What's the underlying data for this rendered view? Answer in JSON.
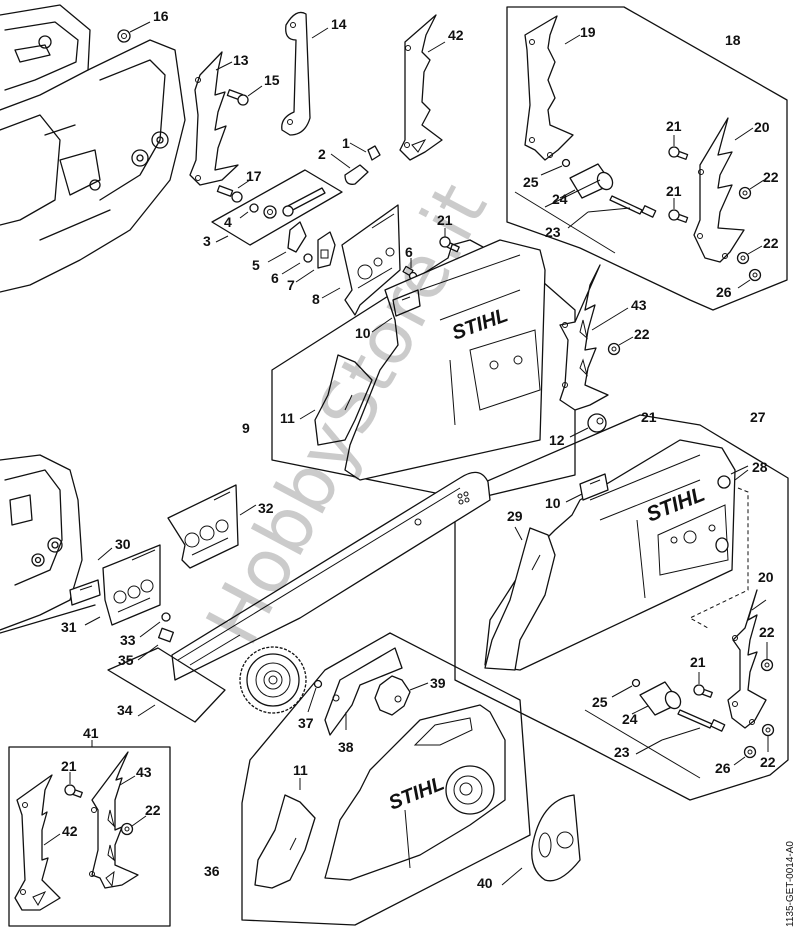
{
  "diagram": {
    "type": "exploded-parts-diagram",
    "subject": "Chain sprocket cover / bumper spikes assembly",
    "brand_logo_text": "STIHL",
    "watermark": "HobbyStore.it",
    "document_id": "1135-GET-0014-A0"
  },
  "callouts": {
    "c1": "1",
    "c2": "2",
    "c3": "3",
    "c4": "4",
    "c5": "5",
    "c6a": "6",
    "c6b": "6",
    "c7": "7",
    "c8": "8",
    "c9": "9",
    "c10a": "10",
    "c10b": "10",
    "c11a": "11",
    "c11b": "11",
    "c12": "12",
    "c13": "13",
    "c14": "14",
    "c15": "15",
    "c16": "16",
    "c17": "17",
    "c18": "18",
    "c19": "19",
    "c20a": "20",
    "c20b": "20",
    "c21a": "21",
    "c21b": "21",
    "c21c": "21",
    "c21d": "21",
    "c21e": "21",
    "c21f": "21",
    "c22a": "22",
    "c22b": "22",
    "c22c": "22",
    "c22d": "22",
    "c22e": "22",
    "c22f": "22",
    "c23a": "23",
    "c23b": "23",
    "c24a": "24",
    "c24b": "24",
    "c25a": "25",
    "c25b": "25",
    "c26a": "26",
    "c26b": "26",
    "c27": "27",
    "c28": "28",
    "c29": "29",
    "c30": "30",
    "c31": "31",
    "c32": "32",
    "c33": "33",
    "c34": "34",
    "c35": "35",
    "c36": "36",
    "c37": "37",
    "c38": "38",
    "c39": "39",
    "c40": "40",
    "c41": "41",
    "c42a": "42",
    "c42b": "42",
    "c43a": "43",
    "c43b": "43"
  }
}
